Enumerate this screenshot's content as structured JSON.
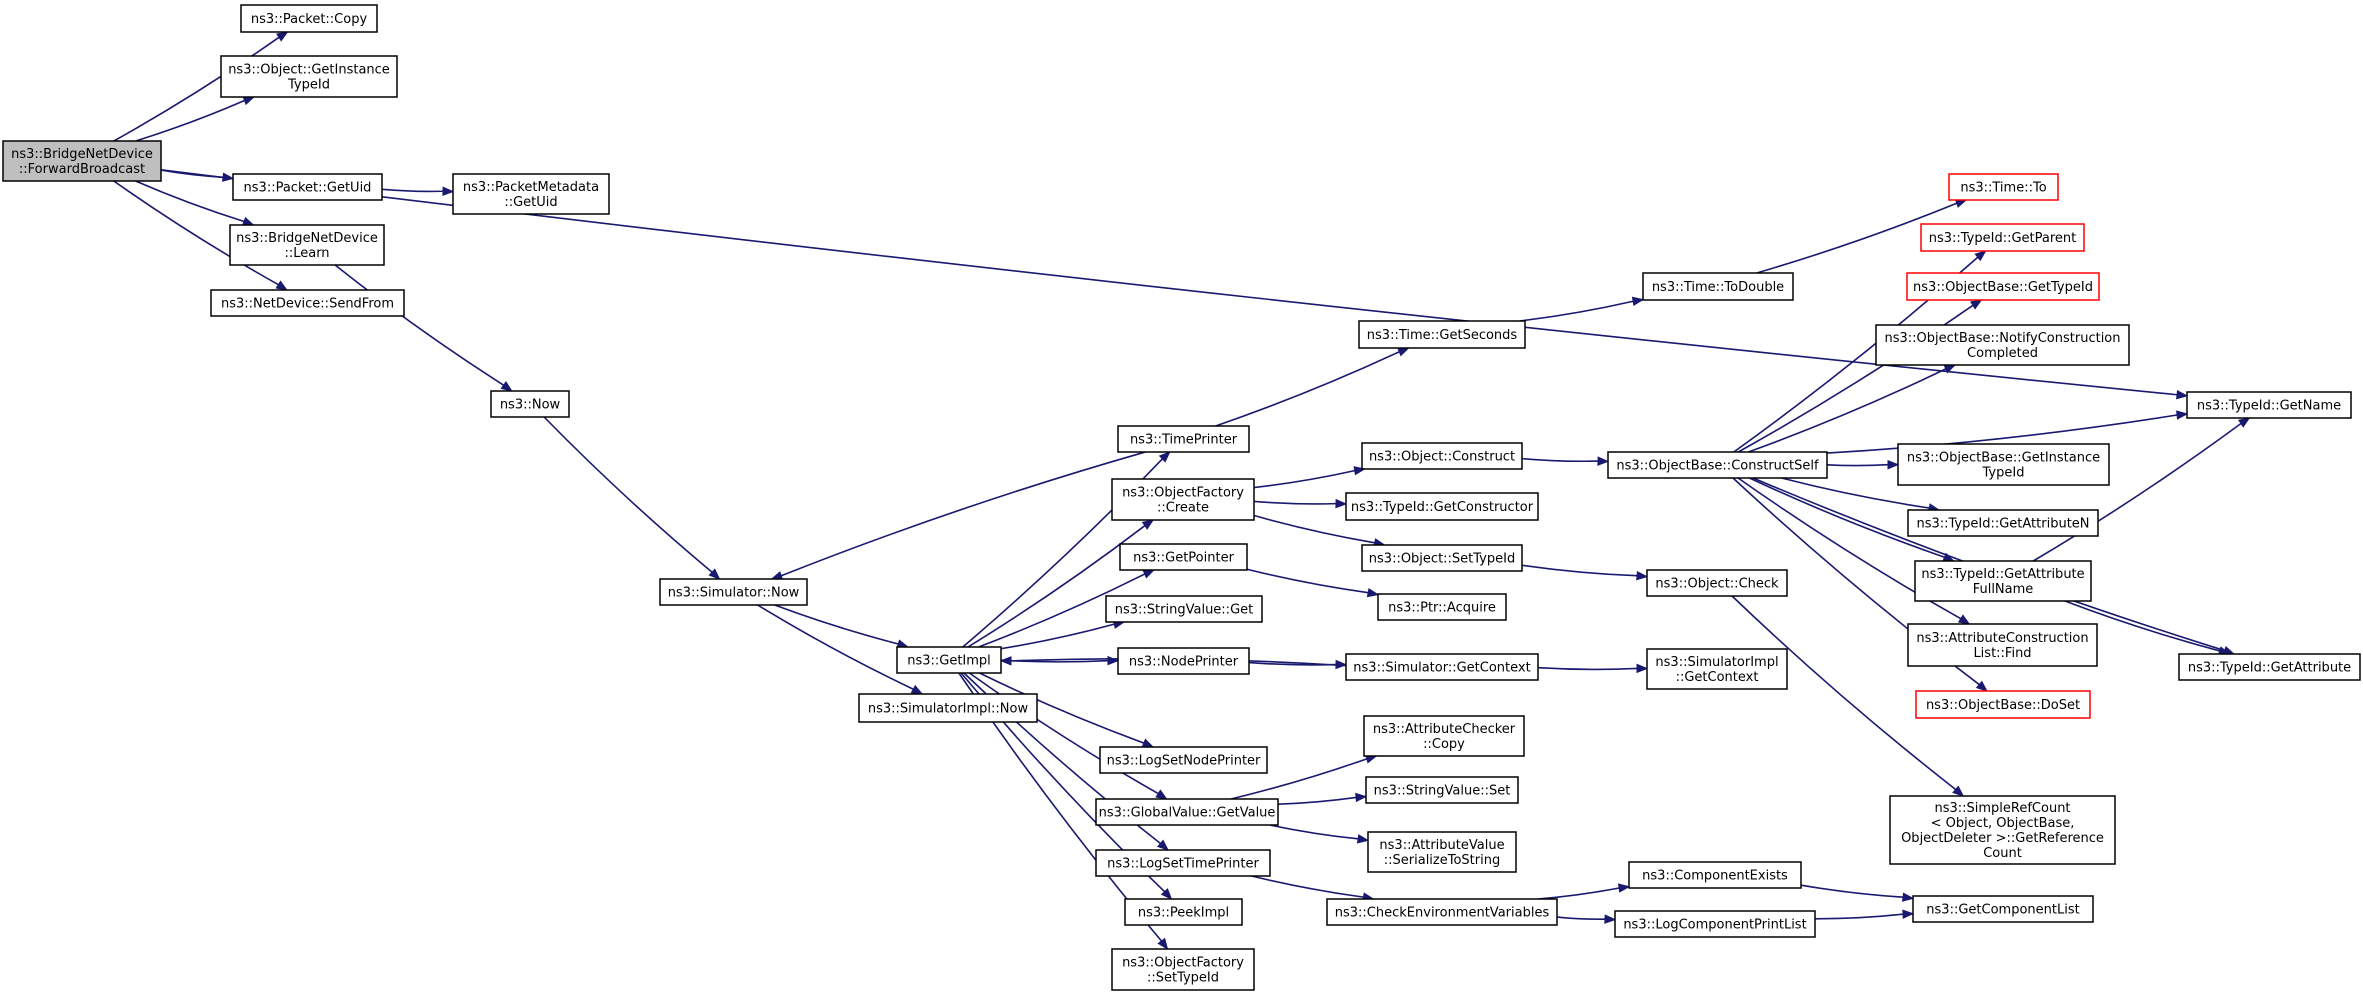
{
  "diagram": {
    "title": "",
    "nodes": [
      {
        "id": "fwd",
        "lines": [
          "ns3::BridgeNetDevice",
          "::ForwardBroadcast"
        ],
        "style": "root"
      },
      {
        "id": "pcopy",
        "lines": [
          "ns3::Packet::Copy"
        ],
        "style": "normal"
      },
      {
        "id": "ogit",
        "lines": [
          "ns3::Object::GetInstance",
          "TypeId"
        ],
        "style": "normal"
      },
      {
        "id": "pguid",
        "lines": [
          "ns3::Packet::GetUid"
        ],
        "style": "normal"
      },
      {
        "id": "pmguid",
        "lines": [
          "ns3::PacketMetadata",
          "::GetUid"
        ],
        "style": "normal"
      },
      {
        "id": "learn",
        "lines": [
          "ns3::BridgeNetDevice",
          "::Learn"
        ],
        "style": "normal"
      },
      {
        "id": "sendfrom",
        "lines": [
          "ns3::NetDevice::SendFrom"
        ],
        "style": "normal"
      },
      {
        "id": "now",
        "lines": [
          "ns3::Now"
        ],
        "style": "normal"
      },
      {
        "id": "simnow",
        "lines": [
          "ns3::Simulator::Now"
        ],
        "style": "normal"
      },
      {
        "id": "getimpl",
        "lines": [
          "ns3::GetImpl"
        ],
        "style": "normal"
      },
      {
        "id": "simimplnow",
        "lines": [
          "ns3::SimulatorImpl::Now"
        ],
        "style": "normal"
      },
      {
        "id": "timeprinter",
        "lines": [
          "ns3::TimePrinter"
        ],
        "style": "normal"
      },
      {
        "id": "ofcreate",
        "lines": [
          "ns3::ObjectFactory",
          "::Create"
        ],
        "style": "normal"
      },
      {
        "id": "getpointer",
        "lines": [
          "ns3::GetPointer"
        ],
        "style": "normal"
      },
      {
        "id": "svget",
        "lines": [
          "ns3::StringValue::Get"
        ],
        "style": "normal"
      },
      {
        "id": "nodeprinter",
        "lines": [
          "ns3::NodePrinter"
        ],
        "style": "normal"
      },
      {
        "id": "lsnp",
        "lines": [
          "ns3::LogSetNodePrinter"
        ],
        "style": "normal"
      },
      {
        "id": "gvgetvalue",
        "lines": [
          "ns3::GlobalValue::GetValue"
        ],
        "style": "normal"
      },
      {
        "id": "lstp",
        "lines": [
          "ns3::LogSetTimePrinter"
        ],
        "style": "normal"
      },
      {
        "id": "peekimpl",
        "lines": [
          "ns3::PeekImpl"
        ],
        "style": "normal"
      },
      {
        "id": "ofsettypeid",
        "lines": [
          "ns3::ObjectFactory",
          "::SetTypeId"
        ],
        "style": "normal"
      },
      {
        "id": "timegetseconds",
        "lines": [
          "ns3::Time::GetSeconds"
        ],
        "style": "normal"
      },
      {
        "id": "objconstruct",
        "lines": [
          "ns3::Object::Construct"
        ],
        "style": "normal"
      },
      {
        "id": "tidgetconstructor",
        "lines": [
          "ns3::TypeId::GetConstructor"
        ],
        "style": "normal"
      },
      {
        "id": "objsettypeid",
        "lines": [
          "ns3::Object::SetTypeId"
        ],
        "style": "normal"
      },
      {
        "id": "ptracquire",
        "lines": [
          "ns3::Ptr::Acquire"
        ],
        "style": "normal"
      },
      {
        "id": "simgetcontext",
        "lines": [
          "ns3::Simulator::GetContext"
        ],
        "style": "normal"
      },
      {
        "id": "accopy",
        "lines": [
          "ns3::AttributeChecker",
          "::Copy"
        ],
        "style": "normal"
      },
      {
        "id": "svset",
        "lines": [
          "ns3::StringValue::Set"
        ],
        "style": "normal"
      },
      {
        "id": "avsts",
        "lines": [
          "ns3::AttributeValue",
          "::SerializeToString"
        ],
        "style": "normal"
      },
      {
        "id": "checkenv",
        "lines": [
          "ns3::CheckEnvironmentVariables"
        ],
        "style": "normal"
      },
      {
        "id": "timetodouble",
        "lines": [
          "ns3::Time::ToDouble"
        ],
        "style": "normal"
      },
      {
        "id": "obconstructself",
        "lines": [
          "ns3::ObjectBase::ConstructSelf"
        ],
        "style": "normal"
      },
      {
        "id": "objcheck",
        "lines": [
          "ns3::Object::Check"
        ],
        "style": "normal"
      },
      {
        "id": "simimplgetcontext",
        "lines": [
          "ns3::SimulatorImpl",
          "::GetContext"
        ],
        "style": "normal"
      },
      {
        "id": "compexists",
        "lines": [
          "ns3::ComponentExists"
        ],
        "style": "normal"
      },
      {
        "id": "logcompprint",
        "lines": [
          "ns3::LogComponentPrintList"
        ],
        "style": "normal"
      },
      {
        "id": "timeto",
        "lines": [
          "ns3::Time::To"
        ],
        "style": "red"
      },
      {
        "id": "tidgetparent",
        "lines": [
          "ns3::TypeId::GetParent"
        ],
        "style": "red"
      },
      {
        "id": "obgettypeid",
        "lines": [
          "ns3::ObjectBase::GetTypeId"
        ],
        "style": "red"
      },
      {
        "id": "obnotify",
        "lines": [
          "ns3::ObjectBase::NotifyConstruction",
          "Completed"
        ],
        "style": "normal"
      },
      {
        "id": "obgetinstance",
        "lines": [
          "ns3::ObjectBase::GetInstance",
          "TypeId"
        ],
        "style": "normal"
      },
      {
        "id": "tidgetattrn",
        "lines": [
          "ns3::TypeId::GetAttributeN"
        ],
        "style": "normal"
      },
      {
        "id": "tidgetattrfull",
        "lines": [
          "ns3::TypeId::GetAttribute",
          "FullName"
        ],
        "style": "normal"
      },
      {
        "id": "aclfind",
        "lines": [
          "ns3::AttributeConstruction",
          "List::Find"
        ],
        "style": "normal"
      },
      {
        "id": "obdoset",
        "lines": [
          "ns3::ObjectBase::DoSet"
        ],
        "style": "red"
      },
      {
        "id": "srcgetref",
        "lines": [
          "ns3::SimpleRefCount",
          "< Object, ObjectBase,",
          " ObjectDeleter >::GetReference",
          "Count"
        ],
        "style": "normal"
      },
      {
        "id": "getcomplist",
        "lines": [
          "ns3::GetComponentList"
        ],
        "style": "normal"
      },
      {
        "id": "tidgetname",
        "lines": [
          "ns3::TypeId::GetName"
        ],
        "style": "normal"
      },
      {
        "id": "tidgetattr",
        "lines": [
          "ns3::TypeId::GetAttribute"
        ],
        "style": "normal"
      }
    ],
    "edges": [
      [
        "fwd",
        "pcopy"
      ],
      [
        "fwd",
        "ogit"
      ],
      [
        "fwd",
        "tidgetname"
      ],
      [
        "fwd",
        "pguid"
      ],
      [
        "fwd",
        "learn"
      ],
      [
        "fwd",
        "sendfrom"
      ],
      [
        "pguid",
        "pmguid"
      ],
      [
        "learn",
        "now"
      ],
      [
        "now",
        "simnow"
      ],
      [
        "simnow",
        "getimpl"
      ],
      [
        "simnow",
        "simimplnow"
      ],
      [
        "getimpl",
        "timeprinter"
      ],
      [
        "getimpl",
        "ofcreate"
      ],
      [
        "getimpl",
        "getpointer"
      ],
      [
        "getimpl",
        "svget"
      ],
      [
        "getimpl",
        "nodeprinter"
      ],
      [
        "getimpl",
        "lsnp"
      ],
      [
        "getimpl",
        "gvgetvalue"
      ],
      [
        "getimpl",
        "lstp"
      ],
      [
        "getimpl",
        "peekimpl"
      ],
      [
        "getimpl",
        "ofsettypeid"
      ],
      [
        "timeprinter",
        "simnow"
      ],
      [
        "timeprinter",
        "timegetseconds"
      ],
      [
        "timegetseconds",
        "timetodouble"
      ],
      [
        "timetodouble",
        "timeto"
      ],
      [
        "ofcreate",
        "objconstruct"
      ],
      [
        "ofcreate",
        "tidgetconstructor"
      ],
      [
        "ofcreate",
        "objsettypeid"
      ],
      [
        "objconstruct",
        "obconstructself"
      ],
      [
        "objsettypeid",
        "objcheck"
      ],
      [
        "getpointer",
        "ptracquire"
      ],
      [
        "nodeprinter",
        "simgetcontext"
      ],
      [
        "simgetcontext",
        "getimpl"
      ],
      [
        "simgetcontext",
        "simimplgetcontext"
      ],
      [
        "gvgetvalue",
        "accopy"
      ],
      [
        "gvgetvalue",
        "svset"
      ],
      [
        "gvgetvalue",
        "avsts"
      ],
      [
        "lstp",
        "checkenv"
      ],
      [
        "checkenv",
        "compexists"
      ],
      [
        "checkenv",
        "logcompprint"
      ],
      [
        "compexists",
        "getcomplist"
      ],
      [
        "logcompprint",
        "getcomplist"
      ],
      [
        "obconstructself",
        "tidgetparent"
      ],
      [
        "obconstructself",
        "obgettypeid"
      ],
      [
        "obconstructself",
        "obnotify"
      ],
      [
        "obconstructself",
        "tidgetname"
      ],
      [
        "obconstructself",
        "obgetinstance"
      ],
      [
        "obconstructself",
        "tidgetattrn"
      ],
      [
        "obconstructself",
        "tidgetattrfull"
      ],
      [
        "obconstructself",
        "aclfind"
      ],
      [
        "obconstructself",
        "obdoset"
      ],
      [
        "obconstructself",
        "tidgetattr"
      ],
      [
        "objcheck",
        "srcgetref"
      ],
      [
        "tidgetattrfull",
        "tidgetname"
      ],
      [
        "tidgetattrfull",
        "tidgetattr"
      ]
    ]
  },
  "colors": {
    "edge": "#191970",
    "root_fill": "#bfbfbf",
    "node_border": "#000000",
    "highlight_border": "#ff0000"
  }
}
